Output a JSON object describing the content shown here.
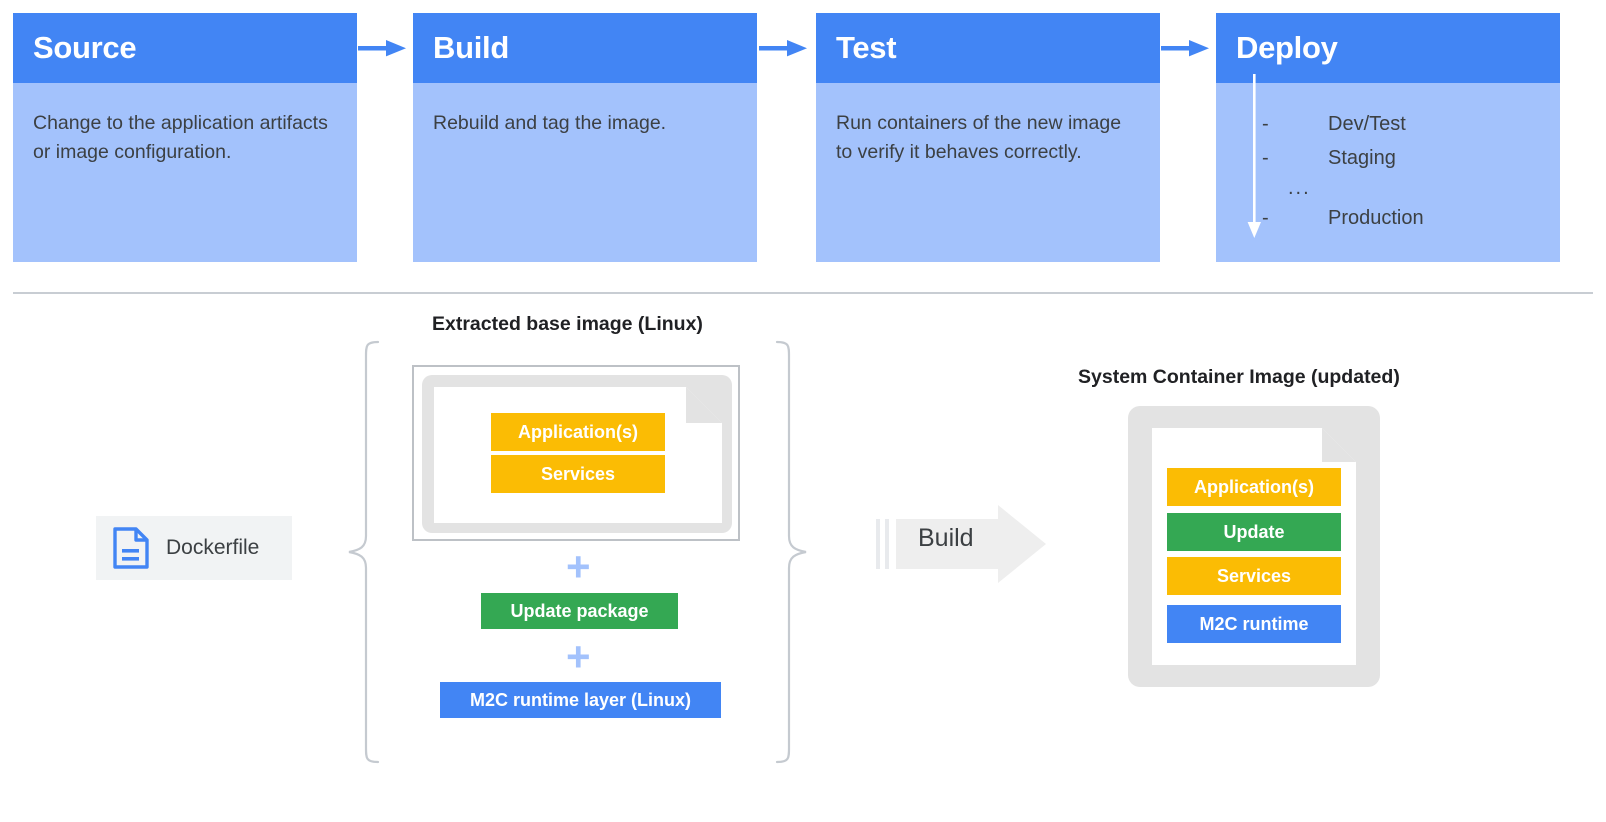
{
  "pipeline": {
    "stages": [
      {
        "title": "Source",
        "body": "Change to the application artifacts or image configuration."
      },
      {
        "title": "Build",
        "body": "Rebuild and tag the image."
      },
      {
        "title": "Test",
        "body": "Run containers of the new image to verify it behaves correctly."
      },
      {
        "title": "Deploy",
        "body": ""
      }
    ],
    "deploy_list": {
      "dash": "-",
      "ellipsis": "...",
      "items": [
        "Dev/Test",
        "Staging",
        "Production"
      ]
    },
    "connector_icon": "arrow-right-icon"
  },
  "build_flow": {
    "dockerfile": {
      "label": "Dockerfile",
      "icon": "file-document-icon"
    },
    "left_caption": "Extracted base image (Linux)",
    "right_caption": "System Container Image (updated)",
    "base_image_layers": [
      {
        "label": "Application(s)",
        "color": "#fbbc04"
      },
      {
        "label": "Services",
        "color": "#fbbc04"
      }
    ],
    "plus_symbol": "+",
    "update_package": {
      "label": "Update package",
      "color": "#34a853"
    },
    "runtime_layer": {
      "label": "M2C runtime layer (Linux)",
      "color": "#4285f4"
    },
    "build_arrow": {
      "label": "Build",
      "icon": "block-arrow-right-icon"
    },
    "result_layers": [
      {
        "label": "Application(s)",
        "color": "#fbbc04"
      },
      {
        "label": "Update",
        "color": "#34a853"
      },
      {
        "label": "Services",
        "color": "#fbbc04"
      },
      {
        "label": "M2C runtime",
        "color": "#4285f4"
      }
    ],
    "brace_icon": "curly-brace-icon"
  },
  "colors": {
    "header_blue": "#4285f4",
    "body_blue": "#a3c2fc",
    "yellow": "#fbbc04",
    "green": "#34a853",
    "grey_frame": "#e3e3e3",
    "divider": "#c8cdd3",
    "text_dark": "#3c4043"
  }
}
